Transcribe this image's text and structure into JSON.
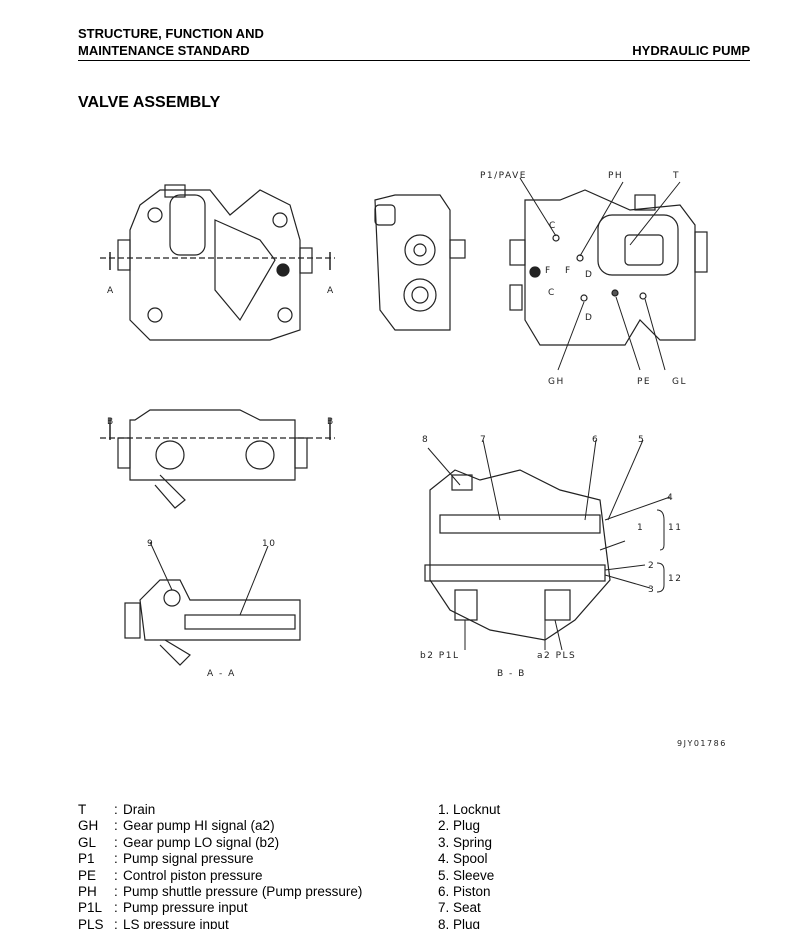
{
  "header": {
    "line1": "STRUCTURE, FUNCTION AND",
    "line2": "MAINTENANCE STANDARD",
    "right": "HYDRAULIC PUMP"
  },
  "title": "VALVE ASSEMBLY",
  "figure": {
    "top_labels": {
      "p1_pave": "P1/PAVE",
      "ph": "PH",
      "t": "T",
      "c1": "C",
      "c2": "C",
      "f1": "F",
      "f2": "F",
      "d1": "D",
      "d2": "D",
      "gh": "GH",
      "pe": "PE",
      "gl": "GL"
    },
    "section_marks": {
      "a_left": "A",
      "a_right": "A",
      "b_left": "B",
      "b_right": "B"
    },
    "part_numbers": [
      "1",
      "2",
      "3",
      "4",
      "5",
      "6",
      "7",
      "8",
      "9",
      "10",
      "11",
      "12"
    ],
    "bottom_labels": {
      "b2_p1l": "b2 P1L",
      "a2_pls": "a2 PLS",
      "aa": "A - A",
      "bb": "B - B"
    },
    "figure_code": "9JY01786"
  },
  "legend_ports": [
    {
      "key": "T",
      "desc": "Drain"
    },
    {
      "key": "GH",
      "desc": "Gear pump HI signal (a2)"
    },
    {
      "key": "GL",
      "desc": "Gear pump LO signal (b2)"
    },
    {
      "key": "P1",
      "desc": "Pump signal pressure"
    },
    {
      "key": "PE",
      "desc": "Control piston pressure"
    },
    {
      "key": "PH",
      "desc": "Pump shuttle pressure (Pump pressure)"
    },
    {
      "key": "P1L",
      "desc": "Pump pressure input"
    },
    {
      "key": "PLS",
      "desc": "LS pressure input"
    }
  ],
  "legend_parts": [
    "1. Locknut",
    "2. Plug",
    "3. Spring",
    "4. Spool",
    "5. Sleeve",
    "6. Piston",
    "7. Seat",
    "8. Plug"
  ]
}
